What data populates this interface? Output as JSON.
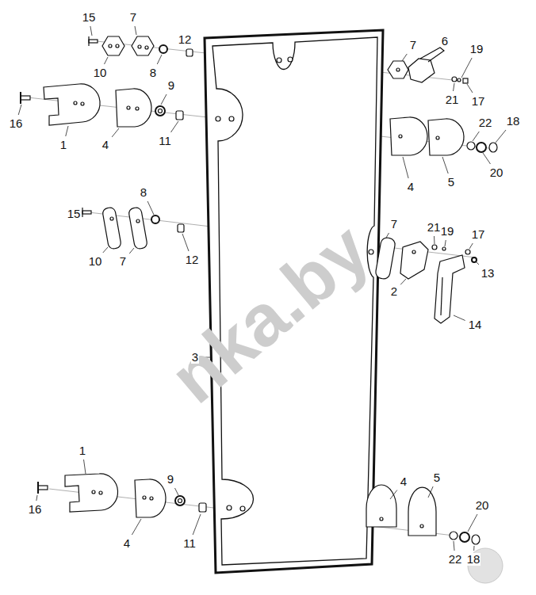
{
  "diagram": {
    "labels": [
      "15",
      "7",
      "12",
      "7",
      "6",
      "19",
      "10",
      "8",
      "9",
      "21",
      "17",
      "16",
      "18",
      "22",
      "11",
      "1",
      "4",
      "20",
      "5",
      "4",
      "8",
      "15",
      "7",
      "21",
      "19",
      "17",
      "10",
      "7",
      "12",
      "13",
      "2",
      "14",
      "nka.by",
      "3",
      "1",
      "4",
      "5",
      "9",
      "20",
      "16",
      "4",
      "11",
      "22",
      "18"
    ]
  }
}
